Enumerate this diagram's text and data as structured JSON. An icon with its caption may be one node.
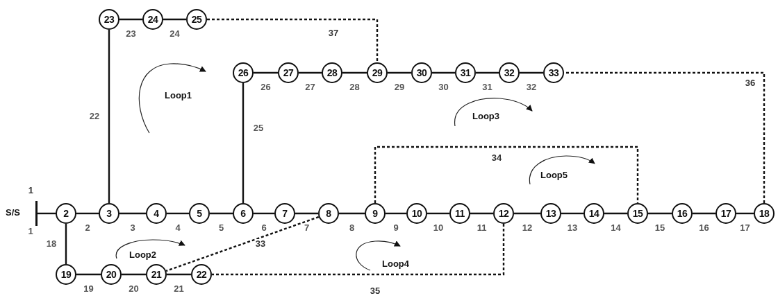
{
  "diagram": {
    "nodes": [
      {
        "text": [
          "1",
          "S/S"
        ]
      },
      {
        "text": [
          "2"
        ]
      },
      {
        "text": [
          "3"
        ]
      },
      {
        "text": [
          "4"
        ]
      },
      {
        "text": [
          "5"
        ]
      },
      {
        "text": [
          "6"
        ]
      },
      {
        "text": [
          "7"
        ]
      },
      {
        "text": [
          "8"
        ]
      },
      {
        "text": [
          "9"
        ]
      },
      {
        "text": [
          "10"
        ]
      },
      {
        "text": [
          "11"
        ]
      },
      {
        "text": [
          "12"
        ]
      },
      {
        "text": [
          "13"
        ]
      },
      {
        "text": [
          "14"
        ]
      },
      {
        "text": [
          "15"
        ]
      },
      {
        "text": [
          "16"
        ]
      },
      {
        "text": [
          "17"
        ]
      },
      {
        "text": [
          "18"
        ]
      },
      {
        "text": [
          "19"
        ]
      },
      {
        "text": [
          "20"
        ]
      },
      {
        "text": [
          "21"
        ]
      },
      {
        "text": [
          "22"
        ]
      },
      {
        "text": [
          "23"
        ]
      },
      {
        "text": [
          "24"
        ]
      },
      {
        "text": [
          "25"
        ]
      },
      {
        "text": [
          "26"
        ]
      },
      {
        "text": [
          "27"
        ]
      },
      {
        "text": [
          "28"
        ]
      },
      {
        "text": [
          "29"
        ]
      },
      {
        "text": [
          "30"
        ]
      },
      {
        "text": [
          "31"
        ]
      },
      {
        "text": [
          "32"
        ]
      },
      {
        "text": [
          "33"
        ]
      }
    ],
    "edges": [
      {
        "from": 0,
        "to": 1,
        "arrow": "none",
        "label": "1"
      },
      {
        "from": 1,
        "to": 2,
        "arrow": "none",
        "label": "2"
      },
      {
        "from": 2,
        "to": 3,
        "arrow": "none",
        "label": "3"
      },
      {
        "from": 3,
        "to": 4,
        "arrow": "none",
        "label": "4"
      },
      {
        "from": 4,
        "to": 5,
        "arrow": "none",
        "label": "5"
      },
      {
        "from": 5,
        "to": 6,
        "arrow": "none",
        "label": "6"
      },
      {
        "from": 6,
        "to": 7,
        "arrow": "none",
        "label": "7"
      },
      {
        "from": 7,
        "to": 8,
        "arrow": "none",
        "label": "8"
      },
      {
        "from": 8,
        "to": 9,
        "arrow": "none",
        "label": "9"
      },
      {
        "from": 9,
        "to": 10,
        "arrow": "none",
        "label": "10"
      },
      {
        "from": 10,
        "to": 11,
        "arrow": "none",
        "label": "11"
      },
      {
        "from": 11,
        "to": 12,
        "arrow": "none",
        "label": "12"
      },
      {
        "from": 12,
        "to": 13,
        "arrow": "none",
        "label": "13"
      },
      {
        "from": 13,
        "to": 14,
        "arrow": "none",
        "label": "14"
      },
      {
        "from": 14,
        "to": 15,
        "arrow": "none",
        "label": "15"
      },
      {
        "from": 15,
        "to": 16,
        "arrow": "none",
        "label": "16"
      },
      {
        "from": 16,
        "to": 17,
        "arrow": "none",
        "label": "17"
      },
      {
        "from": 1,
        "to": 18,
        "arrow": "none",
        "label": "18"
      },
      {
        "from": 18,
        "to": 19,
        "arrow": "none",
        "label": "19"
      },
      {
        "from": 19,
        "to": 20,
        "arrow": "none",
        "label": "20"
      },
      {
        "from": 20,
        "to": 21,
        "arrow": "none",
        "label": "21"
      },
      {
        "from": 2,
        "to": 22,
        "arrow": "none",
        "label": "22"
      },
      {
        "from": 22,
        "to": 23,
        "arrow": "none",
        "label": "23"
      },
      {
        "from": 23,
        "to": 24,
        "arrow": "none",
        "label": "24"
      },
      {
        "from": 5,
        "to": 25,
        "arrow": "none",
        "label": "25"
      },
      {
        "from": 25,
        "to": 26,
        "arrow": "none",
        "label": "26"
      },
      {
        "from": 26,
        "to": 27,
        "arrow": "none",
        "label": "27"
      },
      {
        "from": 27,
        "to": 28,
        "arrow": "none",
        "label": "28"
      },
      {
        "from": 28,
        "to": 29,
        "arrow": "none",
        "label": "29"
      },
      {
        "from": 29,
        "to": 30,
        "arrow": "none",
        "label": "30"
      },
      {
        "from": 30,
        "to": 31,
        "arrow": "none",
        "label": "31"
      },
      {
        "from": 31,
        "to": 32,
        "arrow": "none",
        "label": "32"
      },
      {
        "from": 7,
        "to": 20,
        "arrow": "none",
        "label": "33",
        "style": "dashed"
      },
      {
        "from": 8,
        "to": 14,
        "arrow": "none",
        "label": "34",
        "style": "dashed"
      },
      {
        "from": 11,
        "to": 21,
        "arrow": "none",
        "label": "35",
        "style": "dashed"
      },
      {
        "from": 17,
        "to": 32,
        "arrow": "none",
        "label": "36",
        "style": "dashed"
      },
      {
        "from": 24,
        "to": 28,
        "arrow": "none",
        "label": "37",
        "style": "dashed"
      }
    ],
    "labels": [
      "Loop1",
      "Loop3",
      "Loop5",
      "Loop2",
      "Loop4"
    ]
  }
}
